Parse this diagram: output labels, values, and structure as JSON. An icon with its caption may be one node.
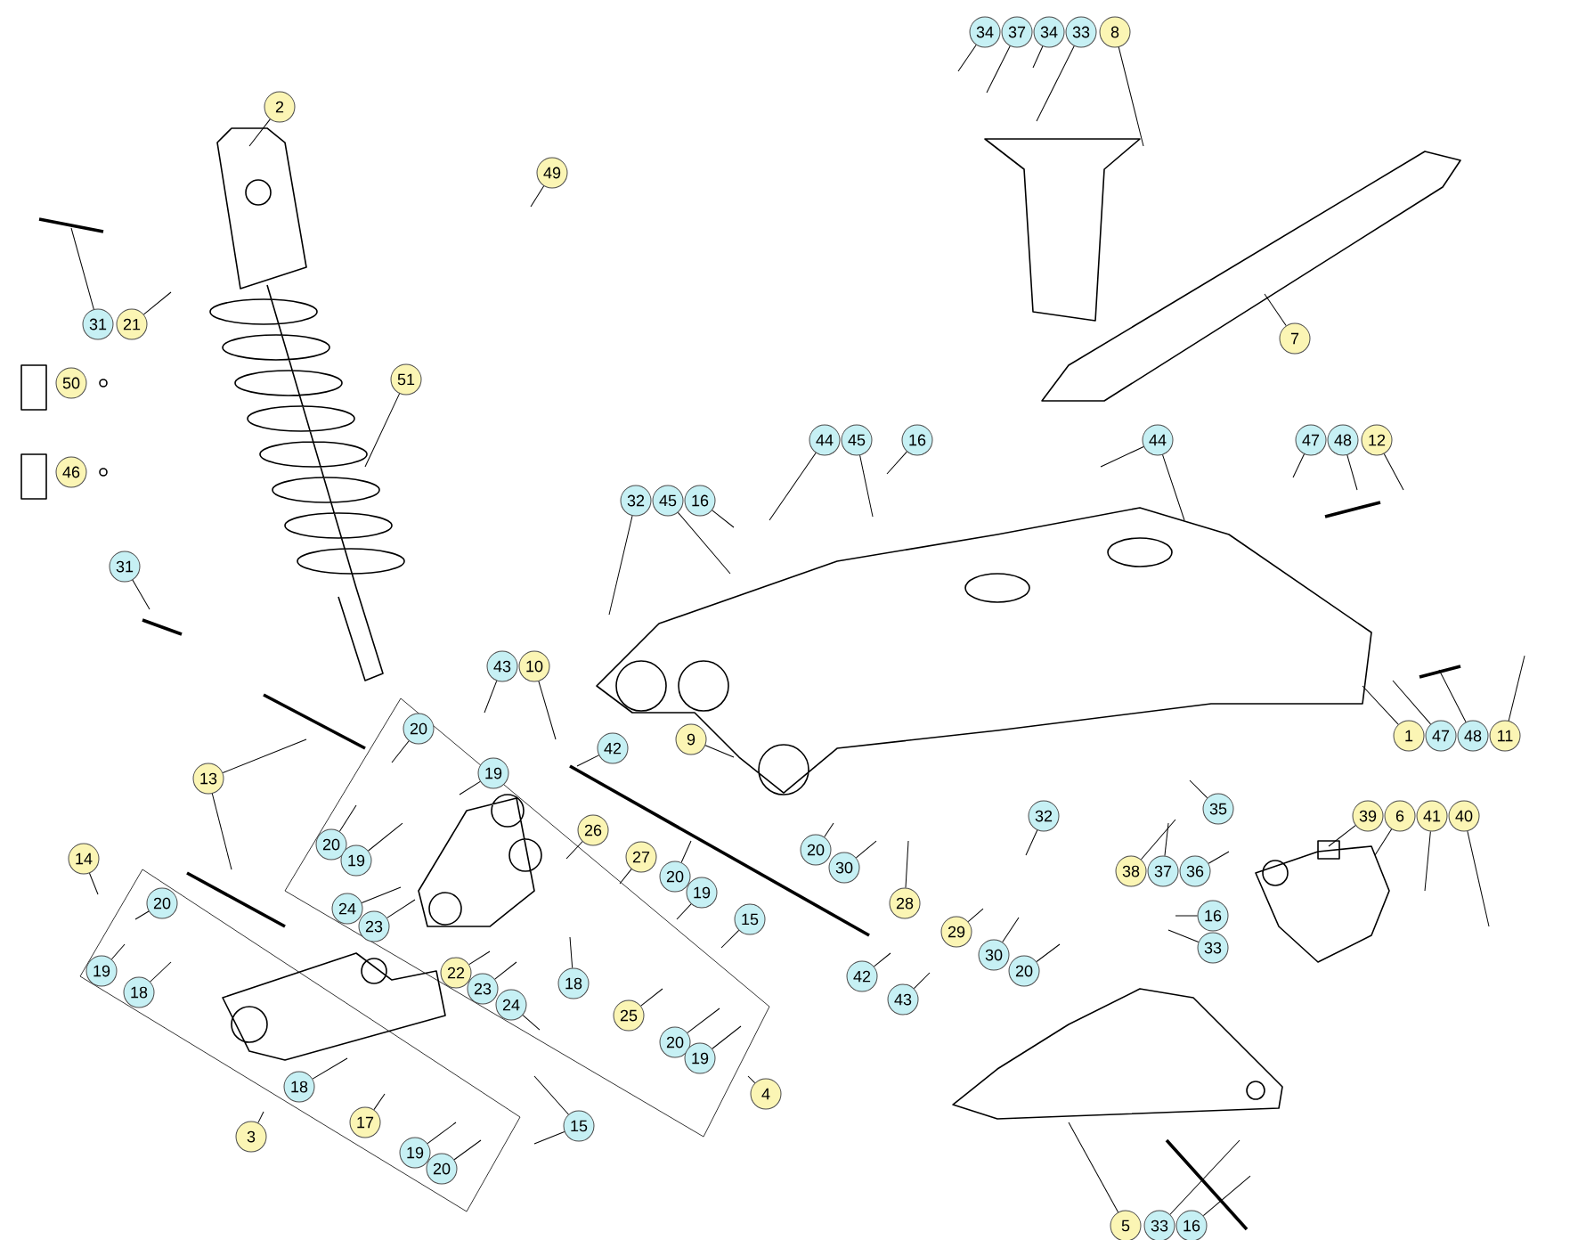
{
  "diagram": {
    "nodes": [
      {
        "text": [
          "2"
        ]
      },
      {
        "text": [
          "49"
        ]
      },
      {
        "text": [
          "31"
        ]
      },
      {
        "text": [
          "21"
        ]
      },
      {
        "text": [
          "50"
        ]
      },
      {
        "text": [
          "46"
        ]
      },
      {
        "text": [
          "51"
        ]
      },
      {
        "text": [
          "31"
        ]
      },
      {
        "text": [
          "34"
        ]
      },
      {
        "text": [
          "37"
        ]
      },
      {
        "text": [
          "34"
        ]
      },
      {
        "text": [
          "33"
        ]
      },
      {
        "text": [
          "8"
        ]
      },
      {
        "text": [
          "7"
        ]
      },
      {
        "text": [
          "32"
        ]
      },
      {
        "text": [
          "45"
        ]
      },
      {
        "text": [
          "16"
        ]
      },
      {
        "text": [
          "44"
        ]
      },
      {
        "text": [
          "45"
        ]
      },
      {
        "text": [
          "16"
        ]
      },
      {
        "text": [
          "44"
        ]
      },
      {
        "text": [
          "47"
        ]
      },
      {
        "text": [
          "48"
        ]
      },
      {
        "text": [
          "12"
        ]
      },
      {
        "text": [
          "43"
        ]
      },
      {
        "text": [
          "10"
        ]
      },
      {
        "text": [
          "42"
        ]
      },
      {
        "text": [
          "9"
        ]
      },
      {
        "text": [
          "1"
        ]
      },
      {
        "text": [
          "47"
        ]
      },
      {
        "text": [
          "48"
        ]
      },
      {
        "text": [
          "11"
        ]
      },
      {
        "text": [
          "20"
        ]
      },
      {
        "text": [
          "19"
        ]
      },
      {
        "text": [
          "13"
        ]
      },
      {
        "text": [
          "20"
        ]
      },
      {
        "text": [
          "19"
        ]
      },
      {
        "text": [
          "26"
        ]
      },
      {
        "text": [
          "27"
        ]
      },
      {
        "text": [
          "20"
        ]
      },
      {
        "text": [
          "19"
        ]
      },
      {
        "text": [
          "14"
        ]
      },
      {
        "text": [
          "24"
        ]
      },
      {
        "text": [
          "23"
        ]
      },
      {
        "text": [
          "20"
        ]
      },
      {
        "text": [
          "15"
        ]
      },
      {
        "text": [
          "35"
        ]
      },
      {
        "text": [
          "39"
        ]
      },
      {
        "text": [
          "6"
        ]
      },
      {
        "text": [
          "41"
        ]
      },
      {
        "text": [
          "40"
        ]
      },
      {
        "text": [
          "20"
        ]
      },
      {
        "text": [
          "30"
        ]
      },
      {
        "text": [
          "32"
        ]
      },
      {
        "text": [
          "38"
        ]
      },
      {
        "text": [
          "37"
        ]
      },
      {
        "text": [
          "36"
        ]
      },
      {
        "text": [
          "28"
        ]
      },
      {
        "text": [
          "16"
        ]
      },
      {
        "text": [
          "29"
        ]
      },
      {
        "text": [
          "33"
        ]
      },
      {
        "text": [
          "30"
        ]
      },
      {
        "text": [
          "20"
        ]
      },
      {
        "text": [
          "19"
        ]
      },
      {
        "text": [
          "22"
        ]
      },
      {
        "text": [
          "23"
        ]
      },
      {
        "text": [
          "24"
        ]
      },
      {
        "text": [
          "18"
        ]
      },
      {
        "text": [
          "42"
        ]
      },
      {
        "text": [
          "18"
        ]
      },
      {
        "text": [
          "43"
        ]
      },
      {
        "text": [
          "25"
        ]
      },
      {
        "text": [
          "20"
        ]
      },
      {
        "text": [
          "19"
        ]
      },
      {
        "text": [
          "18"
        ]
      },
      {
        "text": [
          "4"
        ]
      },
      {
        "text": [
          "17"
        ]
      },
      {
        "text": [
          "15"
        ]
      },
      {
        "text": [
          "3"
        ]
      },
      {
        "text": [
          "19"
        ]
      },
      {
        "text": [
          "20"
        ]
      },
      {
        "text": [
          "5"
        ]
      },
      {
        "text": [
          "33"
        ]
      },
      {
        "text": [
          "16"
        ]
      }
    ],
    "edges": [
      {
        "from": 0,
        "to": null,
        "arrow": "none"
      },
      {
        "from": 1,
        "to": null,
        "arrow": "none"
      },
      {
        "from": 2,
        "to": null,
        "arrow": "none"
      },
      {
        "from": 3,
        "to": null,
        "arrow": "none"
      },
      {
        "from": 6,
        "to": null,
        "arrow": "none"
      },
      {
        "from": 7,
        "to": null,
        "arrow": "none"
      },
      {
        "from": 8,
        "to": null,
        "arrow": "none"
      },
      {
        "from": 9,
        "to": null,
        "arrow": "none"
      },
      {
        "from": 10,
        "to": null,
        "arrow": "none"
      },
      {
        "from": 11,
        "to": null,
        "arrow": "none"
      },
      {
        "from": 12,
        "to": null,
        "arrow": "none"
      },
      {
        "from": 13,
        "to": null,
        "arrow": "none"
      },
      {
        "from": 14,
        "to": null,
        "arrow": "none"
      },
      {
        "from": 15,
        "to": null,
        "arrow": "none"
      },
      {
        "from": 16,
        "to": null,
        "arrow": "none"
      },
      {
        "from": 17,
        "to": null,
        "arrow": "none"
      },
      {
        "from": 18,
        "to": null,
        "arrow": "none"
      },
      {
        "from": 19,
        "to": null,
        "arrow": "none"
      },
      {
        "from": 20,
        "to": null,
        "arrow": "none"
      },
      {
        "from": 20,
        "to": null,
        "arrow": "none"
      },
      {
        "from": 21,
        "to": null,
        "arrow": "none"
      },
      {
        "from": 22,
        "to": null,
        "arrow": "none"
      },
      {
        "from": 23,
        "to": null,
        "arrow": "none"
      },
      {
        "from": 24,
        "to": null,
        "arrow": "none"
      },
      {
        "from": 25,
        "to": null,
        "arrow": "none"
      },
      {
        "from": 26,
        "to": null,
        "arrow": "none"
      },
      {
        "from": 27,
        "to": null,
        "arrow": "none"
      },
      {
        "from": 28,
        "to": null,
        "arrow": "none"
      },
      {
        "from": 29,
        "to": null,
        "arrow": "none"
      },
      {
        "from": 30,
        "to": null,
        "arrow": "none"
      },
      {
        "from": 31,
        "to": null,
        "arrow": "none"
      },
      {
        "from": 32,
        "to": null,
        "arrow": "none"
      },
      {
        "from": 33,
        "to": null,
        "arrow": "none"
      },
      {
        "from": 34,
        "to": null,
        "arrow": "none"
      },
      {
        "from": 34,
        "to": null,
        "arrow": "none"
      },
      {
        "from": 35,
        "to": null,
        "arrow": "none"
      },
      {
        "from": 36,
        "to": null,
        "arrow": "none"
      },
      {
        "from": 37,
        "to": null,
        "arrow": "none"
      },
      {
        "from": 38,
        "to": null,
        "arrow": "none"
      },
      {
        "from": 39,
        "to": null,
        "arrow": "none"
      },
      {
        "from": 40,
        "to": null,
        "arrow": "none"
      },
      {
        "from": 41,
        "to": null,
        "arrow": "none"
      },
      {
        "from": 42,
        "to": null,
        "arrow": "none"
      },
      {
        "from": 43,
        "to": null,
        "arrow": "none"
      },
      {
        "from": 44,
        "to": null,
        "arrow": "none"
      },
      {
        "from": 45,
        "to": null,
        "arrow": "none"
      },
      {
        "from": 46,
        "to": null,
        "arrow": "none"
      },
      {
        "from": 47,
        "to": null,
        "arrow": "none"
      },
      {
        "from": 48,
        "to": null,
        "arrow": "none"
      },
      {
        "from": 49,
        "to": null,
        "arrow": "none"
      },
      {
        "from": 50,
        "to": null,
        "arrow": "none"
      },
      {
        "from": 51,
        "to": null,
        "arrow": "none"
      },
      {
        "from": 52,
        "to": null,
        "arrow": "none"
      },
      {
        "from": 53,
        "to": null,
        "arrow": "none"
      },
      {
        "from": 54,
        "to": null,
        "arrow": "none"
      },
      {
        "from": 55,
        "to": null,
        "arrow": "none"
      },
      {
        "from": 56,
        "to": null,
        "arrow": "none"
      },
      {
        "from": 57,
        "to": null,
        "arrow": "none"
      },
      {
        "from": 58,
        "to": null,
        "arrow": "none"
      },
      {
        "from": 59,
        "to": null,
        "arrow": "none"
      },
      {
        "from": 60,
        "to": null,
        "arrow": "none"
      },
      {
        "from": 61,
        "to": null,
        "arrow": "none"
      },
      {
        "from": 62,
        "to": null,
        "arrow": "none"
      },
      {
        "from": 63,
        "to": null,
        "arrow": "none"
      },
      {
        "from": 64,
        "to": null,
        "arrow": "none"
      },
      {
        "from": 65,
        "to": null,
        "arrow": "none"
      },
      {
        "from": 66,
        "to": null,
        "arrow": "none"
      },
      {
        "from": 67,
        "to": null,
        "arrow": "none"
      },
      {
        "from": 68,
        "to": null,
        "arrow": "none"
      },
      {
        "from": 69,
        "to": null,
        "arrow": "none"
      },
      {
        "from": 70,
        "to": null,
        "arrow": "none"
      },
      {
        "from": 71,
        "to": null,
        "arrow": "none"
      },
      {
        "from": 72,
        "to": null,
        "arrow": "none"
      },
      {
        "from": 73,
        "to": null,
        "arrow": "none"
      },
      {
        "from": 74,
        "to": null,
        "arrow": "none"
      },
      {
        "from": 75,
        "to": null,
        "arrow": "none"
      },
      {
        "from": 76,
        "to": null,
        "arrow": "none"
      },
      {
        "from": 77,
        "to": null,
        "arrow": "none"
      },
      {
        "from": 77,
        "to": null,
        "arrow": "none"
      },
      {
        "from": 78,
        "to": null,
        "arrow": "none"
      },
      {
        "from": 79,
        "to": null,
        "arrow": "none"
      },
      {
        "from": 80,
        "to": null,
        "arrow": "none"
      },
      {
        "from": 81,
        "to": null,
        "arrow": "none"
      },
      {
        "from": 82,
        "to": null,
        "arrow": "none"
      },
      {
        "from": 83,
        "to": null,
        "arrow": "none"
      }
    ]
  }
}
